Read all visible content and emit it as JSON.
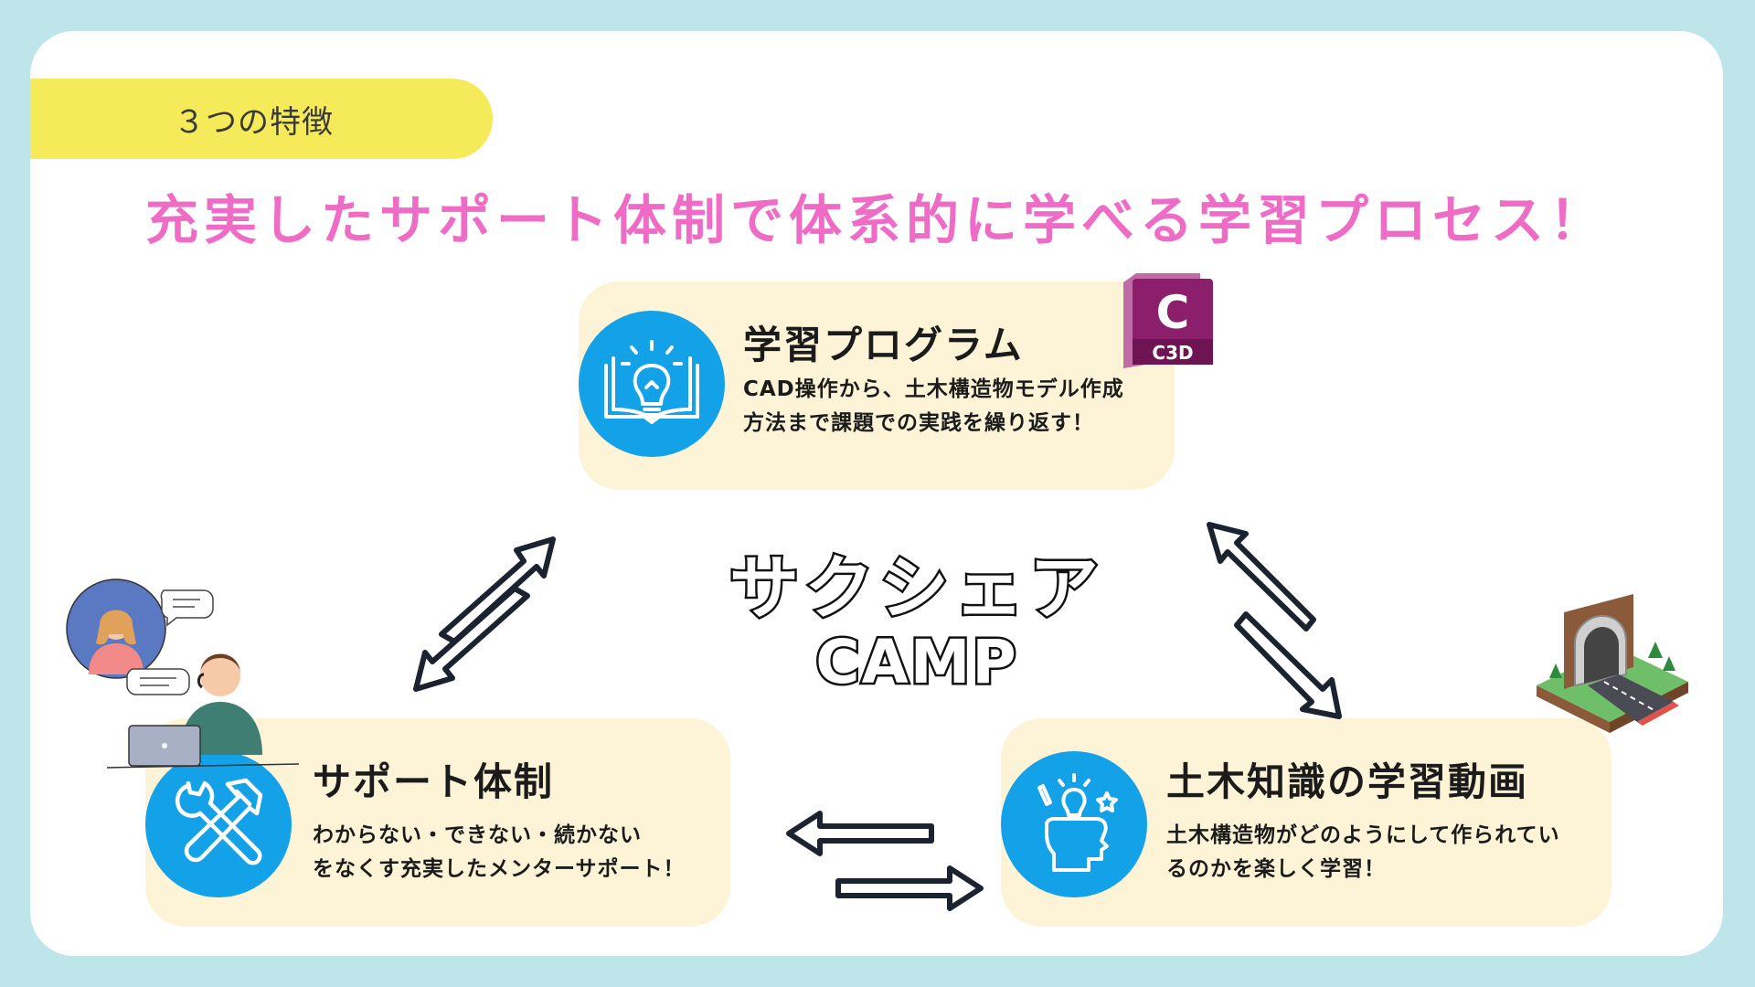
{
  "tag": {
    "label": "３つの特徴"
  },
  "headline": "充実したサポート体制で体系的に学べる学習プロセス！",
  "center": {
    "line1": "サクシェア",
    "line2": "CAMP"
  },
  "cards": {
    "program": {
      "title": "学習プログラム",
      "desc1": "CAD操作から、土木構造物モデル作成",
      "desc2": "方法まで課題での実践を繰り返す！"
    },
    "support": {
      "title": "サポート体制",
      "desc1": "わからない・できない・続かない",
      "desc2": "をなくす充実したメンターサポート！"
    },
    "video": {
      "title": "土木知識の学習動画",
      "desc1": "土木構造物がどのようにして作られてい",
      "desc2": "るのかを楽しく学習！"
    }
  },
  "logo": {
    "letter": "C",
    "sub": "C3D"
  },
  "colors": {
    "background": "#bee5ea",
    "tag": "#f5eb5a",
    "headline": "#ee6bc6",
    "card": "#fdf3d6",
    "icon_circle": "#13a2e8",
    "logo": "#8b1f6b"
  }
}
